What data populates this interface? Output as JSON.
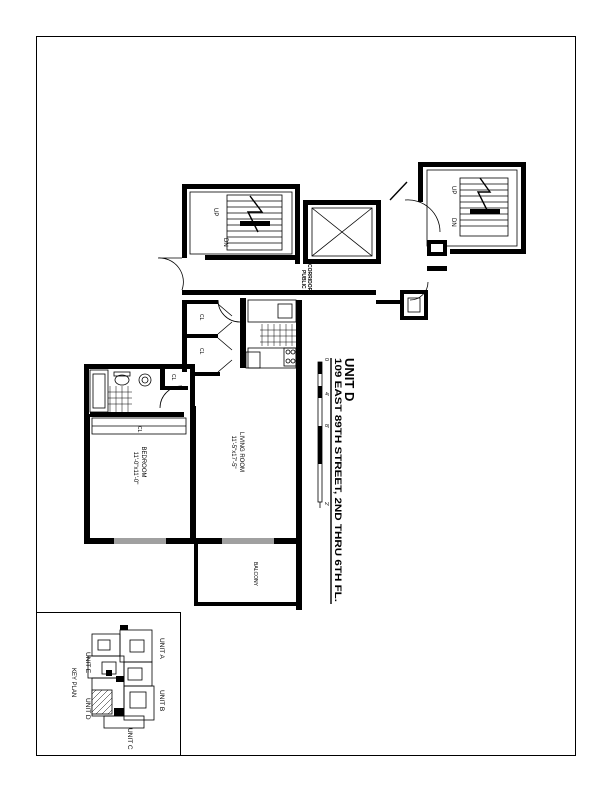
{
  "title": {
    "unit": "UNIT D",
    "address": "109 EAST 89TH STREET, 2ND THRU 6TH FL."
  },
  "rooms": {
    "bedroom_name": "BEDROOM",
    "bedroom_dims": "11'-0\"x11'-0\"",
    "living_name": "LIVING ROOM",
    "living_dims": "11'-5\"x17'-5\"",
    "balcony": "BALCONY",
    "corridor": "PUBLIC CORRIDOR",
    "corridor_line1": "PUBLIC",
    "corridor_line2": "CORRIDOR"
  },
  "stairs": {
    "up": "UP",
    "down": "DN"
  },
  "closet_label": "CL",
  "scale": {
    "ticks": [
      "0",
      "4'",
      "8'",
      "2'"
    ]
  },
  "key_plan": {
    "title": "KEY PLAN",
    "units": [
      "UNIT A",
      "UNIT B",
      "UNIT C",
      "UNIT D",
      "UNIT E"
    ]
  }
}
